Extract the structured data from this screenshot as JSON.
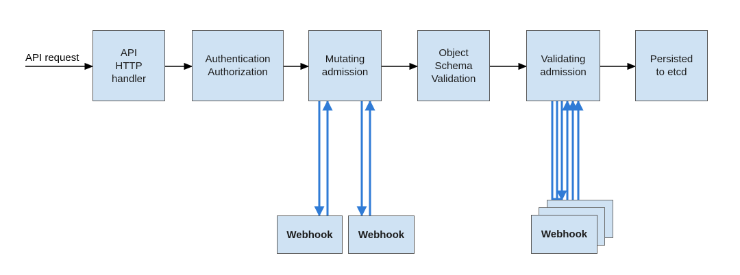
{
  "input_label": "API request",
  "stages": [
    {
      "label": "API\nHTTP\nhandler"
    },
    {
      "label": "Authentication\nAuthorization"
    },
    {
      "label": "Mutating\nadmission"
    },
    {
      "label": "Object\nSchema\nValidation"
    },
    {
      "label": "Validating\nadmission"
    },
    {
      "label": "Persisted\nto etcd"
    }
  ],
  "webhooks": {
    "mutating": [
      "Webhook",
      "Webhook"
    ],
    "validating": "Webhook"
  },
  "colors": {
    "box_fill": "#cfe2f3",
    "box_border": "#595959",
    "webhook_arrow": "#2f7bd6",
    "flow_arrow": "#000000"
  }
}
